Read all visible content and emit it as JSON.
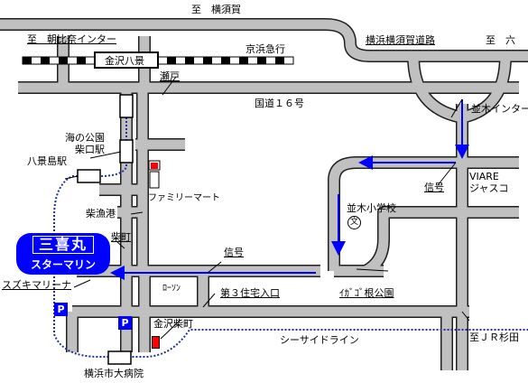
{
  "labels": {
    "to_yokosuka_top": "至　横須賀",
    "to_asahina_ic": "至　朝比奈インター",
    "keihin_kyuko": "京浜急行",
    "kanazawa_hakkei": "金沢八景",
    "yokohama_yokosuka_road": "横浜横須賀道路",
    "to_roku": "至　六",
    "seto": "瀬戸",
    "route16": "国道１６号",
    "namiki_ic": "並木インター",
    "umi_no_koen_shibaguchi": "海の公園\n柴口駅",
    "hakkeijima_eki": "八景島駅",
    "family_mart": "ファミリーマート",
    "shingo_right": "信号",
    "viare": "VIARE\nジャスコ",
    "shibagyoko": "柴漁港",
    "namiki_shogakko": "並木小学校",
    "shibamachi": "柴町",
    "shingo_mid": "信号",
    "star_marine": "スターマリン",
    "sankimaru_logo": "三喜丸",
    "suzuki_marina": "スズキマリーナ",
    "lawson": "ﾛｰｿﾝ",
    "daisan_jutaku_iriguchi": "第３住宅入口",
    "ikago_ne_koen": "ｲｶﾞｺﾞ根公園",
    "kanazawa_shibamachi": "金沢柴町",
    "seaside_line": "シーサイドライン",
    "to_jr_sugita": "至ＪＲ杉田",
    "yokohama_shidai_byoin": "横浜市大病院",
    "parking_p": "P"
  },
  "colors": {
    "road_fill": "#c0c0c0",
    "road_edge": "#202020",
    "route_arrow": "#0000ff",
    "badge": "#0000ff",
    "rail_dark": "#000000",
    "station_red": "#ff0000"
  },
  "icons": [
    "school-icon",
    "parking-icon",
    "gas-station-icon",
    "convenience-store-icon"
  ]
}
